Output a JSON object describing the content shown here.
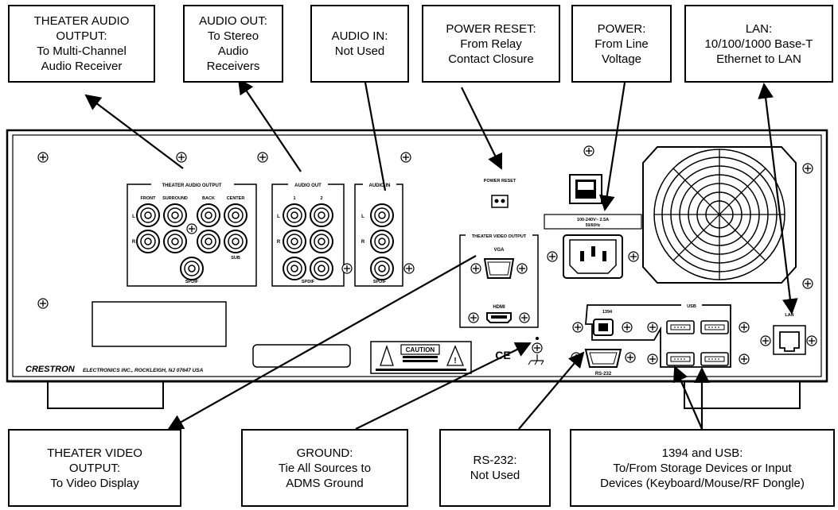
{
  "callouts": {
    "theater_audio": {
      "line1": "THEATER AUDIO",
      "line2": "OUTPUT:",
      "line3": "To Multi-Channel",
      "line4": "Audio Receiver"
    },
    "audio_out": {
      "line1": "AUDIO OUT:",
      "line2": "To Stereo",
      "line3": "Audio",
      "line4": "Receivers"
    },
    "audio_in": {
      "line1": "AUDIO IN:",
      "line2": "Not Used"
    },
    "power_reset": {
      "line1": "POWER RESET:",
      "line2": "From Relay",
      "line3": "Contact Closure"
    },
    "power": {
      "line1": "POWER:",
      "line2": "From Line",
      "line3": "Voltage"
    },
    "lan": {
      "line1": "LAN:",
      "line2": "10/100/1000 Base-T",
      "line3": "Ethernet to LAN"
    },
    "theater_video": {
      "line1": "THEATER VIDEO",
      "line2": "OUTPUT:",
      "line3": "To Video Display"
    },
    "ground": {
      "line1": "GROUND:",
      "line2": "Tie All Sources to",
      "line3": "ADMS Ground"
    },
    "rs232": {
      "line1": "RS-232:",
      "line2": "Not Used"
    },
    "usb": {
      "line1": "1394 and USB:",
      "line2": "To/From Storage Devices or Input",
      "line3": "Devices (Keyboard/Mouse/RF Dongle)"
    }
  },
  "panel": {
    "theater_audio_output": "THEATER AUDIO OUTPUT",
    "front": "FRONT",
    "surround": "SURROUND",
    "back": "BACK",
    "center": "CENTER",
    "sub": "SUB",
    "l": "L",
    "r": "R",
    "spdif": "SPDIF",
    "audio_out": "AUDIO OUT",
    "ch1": "1",
    "ch2": "2",
    "audio_in": "AUDIO IN",
    "power_reset": "POWER RESET",
    "voltage": "100-240V~ 2.5A",
    "freq": "50/60Hz",
    "theater_video_output": "THEATER VIDEO OUTPUT",
    "vga": "VGA",
    "hdmi": "HDMI",
    "port_1394": "1394",
    "usb": "USB",
    "lan": "LAN",
    "rs232": "RS-232",
    "caution": "CAUTION",
    "brand": "CRESTRON",
    "address": "ELECTRONICS INC., ROCKLEIGH, NJ 07647  USA",
    "ce": "CE"
  }
}
